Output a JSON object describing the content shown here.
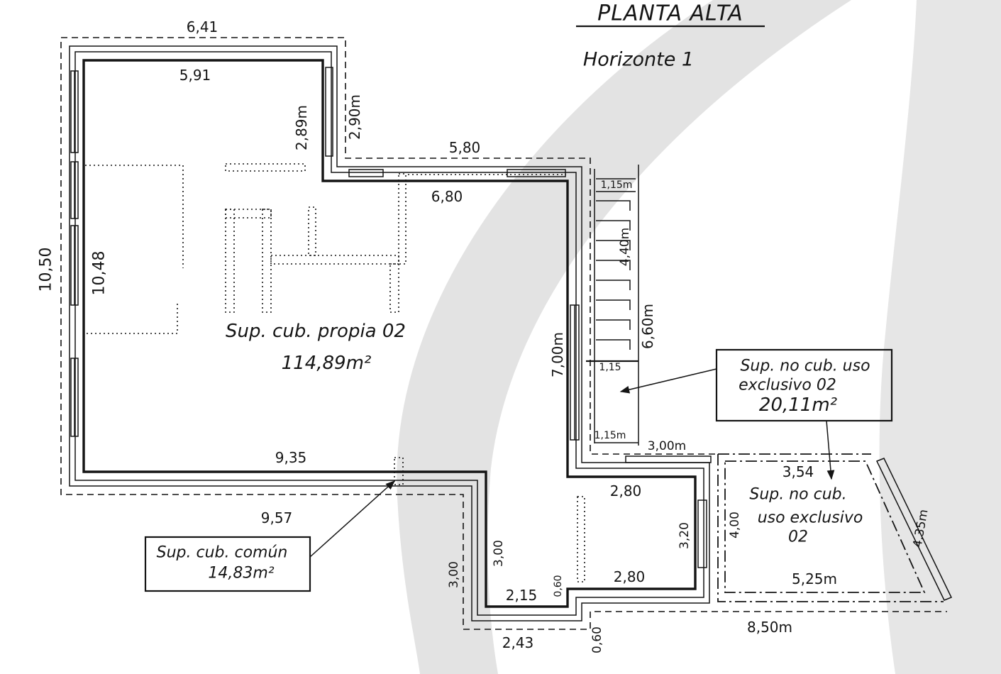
{
  "header": {
    "title": "PLANTA ALTA",
    "subtitle": "Horizonte 1"
  },
  "dimensions": {
    "upper_room_top_exterior": "6,41",
    "upper_room_top_interior": "5,91",
    "upper_room_right_interior": "2,89m",
    "upper_room_right_exterior": "2,90m",
    "middle_top_exterior": "5,80",
    "middle_top_interior": "6,80",
    "stair_width_top": "1,15m",
    "stair_run": "4,40m",
    "stair_total": "6,60m",
    "middle_right_wall": "7,00m",
    "stair_width_mid": "1,15",
    "stair_width_bottom": "1,15m",
    "opening_width": "3,00m",
    "left_exterior": "10,50",
    "left_interior": "10,48",
    "bottom_interior": "9,35",
    "bottom_exterior": "9,57",
    "terrace_top": "3,54",
    "small_room_top": "2,80",
    "small_room_right": "3,20",
    "terrace_left": "4,00",
    "terrace_diagonal": "4,35m",
    "small_room_bottom": "2,80",
    "terrace_bottom": "5,25m",
    "corridor_left_exterior": "3,00",
    "corridor_left_interior": "3,00",
    "corridor_bottom_interior": "2,15",
    "step_small": "0,60",
    "corridor_bottom_exterior": "2,43",
    "step_exterior": "0,60",
    "overall_bottom": "8,50m"
  },
  "labels": {
    "own_covered": {
      "line1": "Sup. cub. propia 02",
      "area": "114,89m²"
    },
    "exclusive_uncovered_box": {
      "line1": "Sup. no cub. uso",
      "line2": "exclusivo 02",
      "area": "20,11m²"
    },
    "terrace": {
      "line1": "Sup. no cub.",
      "line2": "uso exclusivo",
      "line3": "02"
    },
    "common_covered_box": {
      "line1": "Sup. cub. común",
      "area": "14,83m²"
    }
  },
  "colors": {
    "ink": "#141414",
    "paper": "#ffffff",
    "watermark": "#e3e3e3"
  }
}
